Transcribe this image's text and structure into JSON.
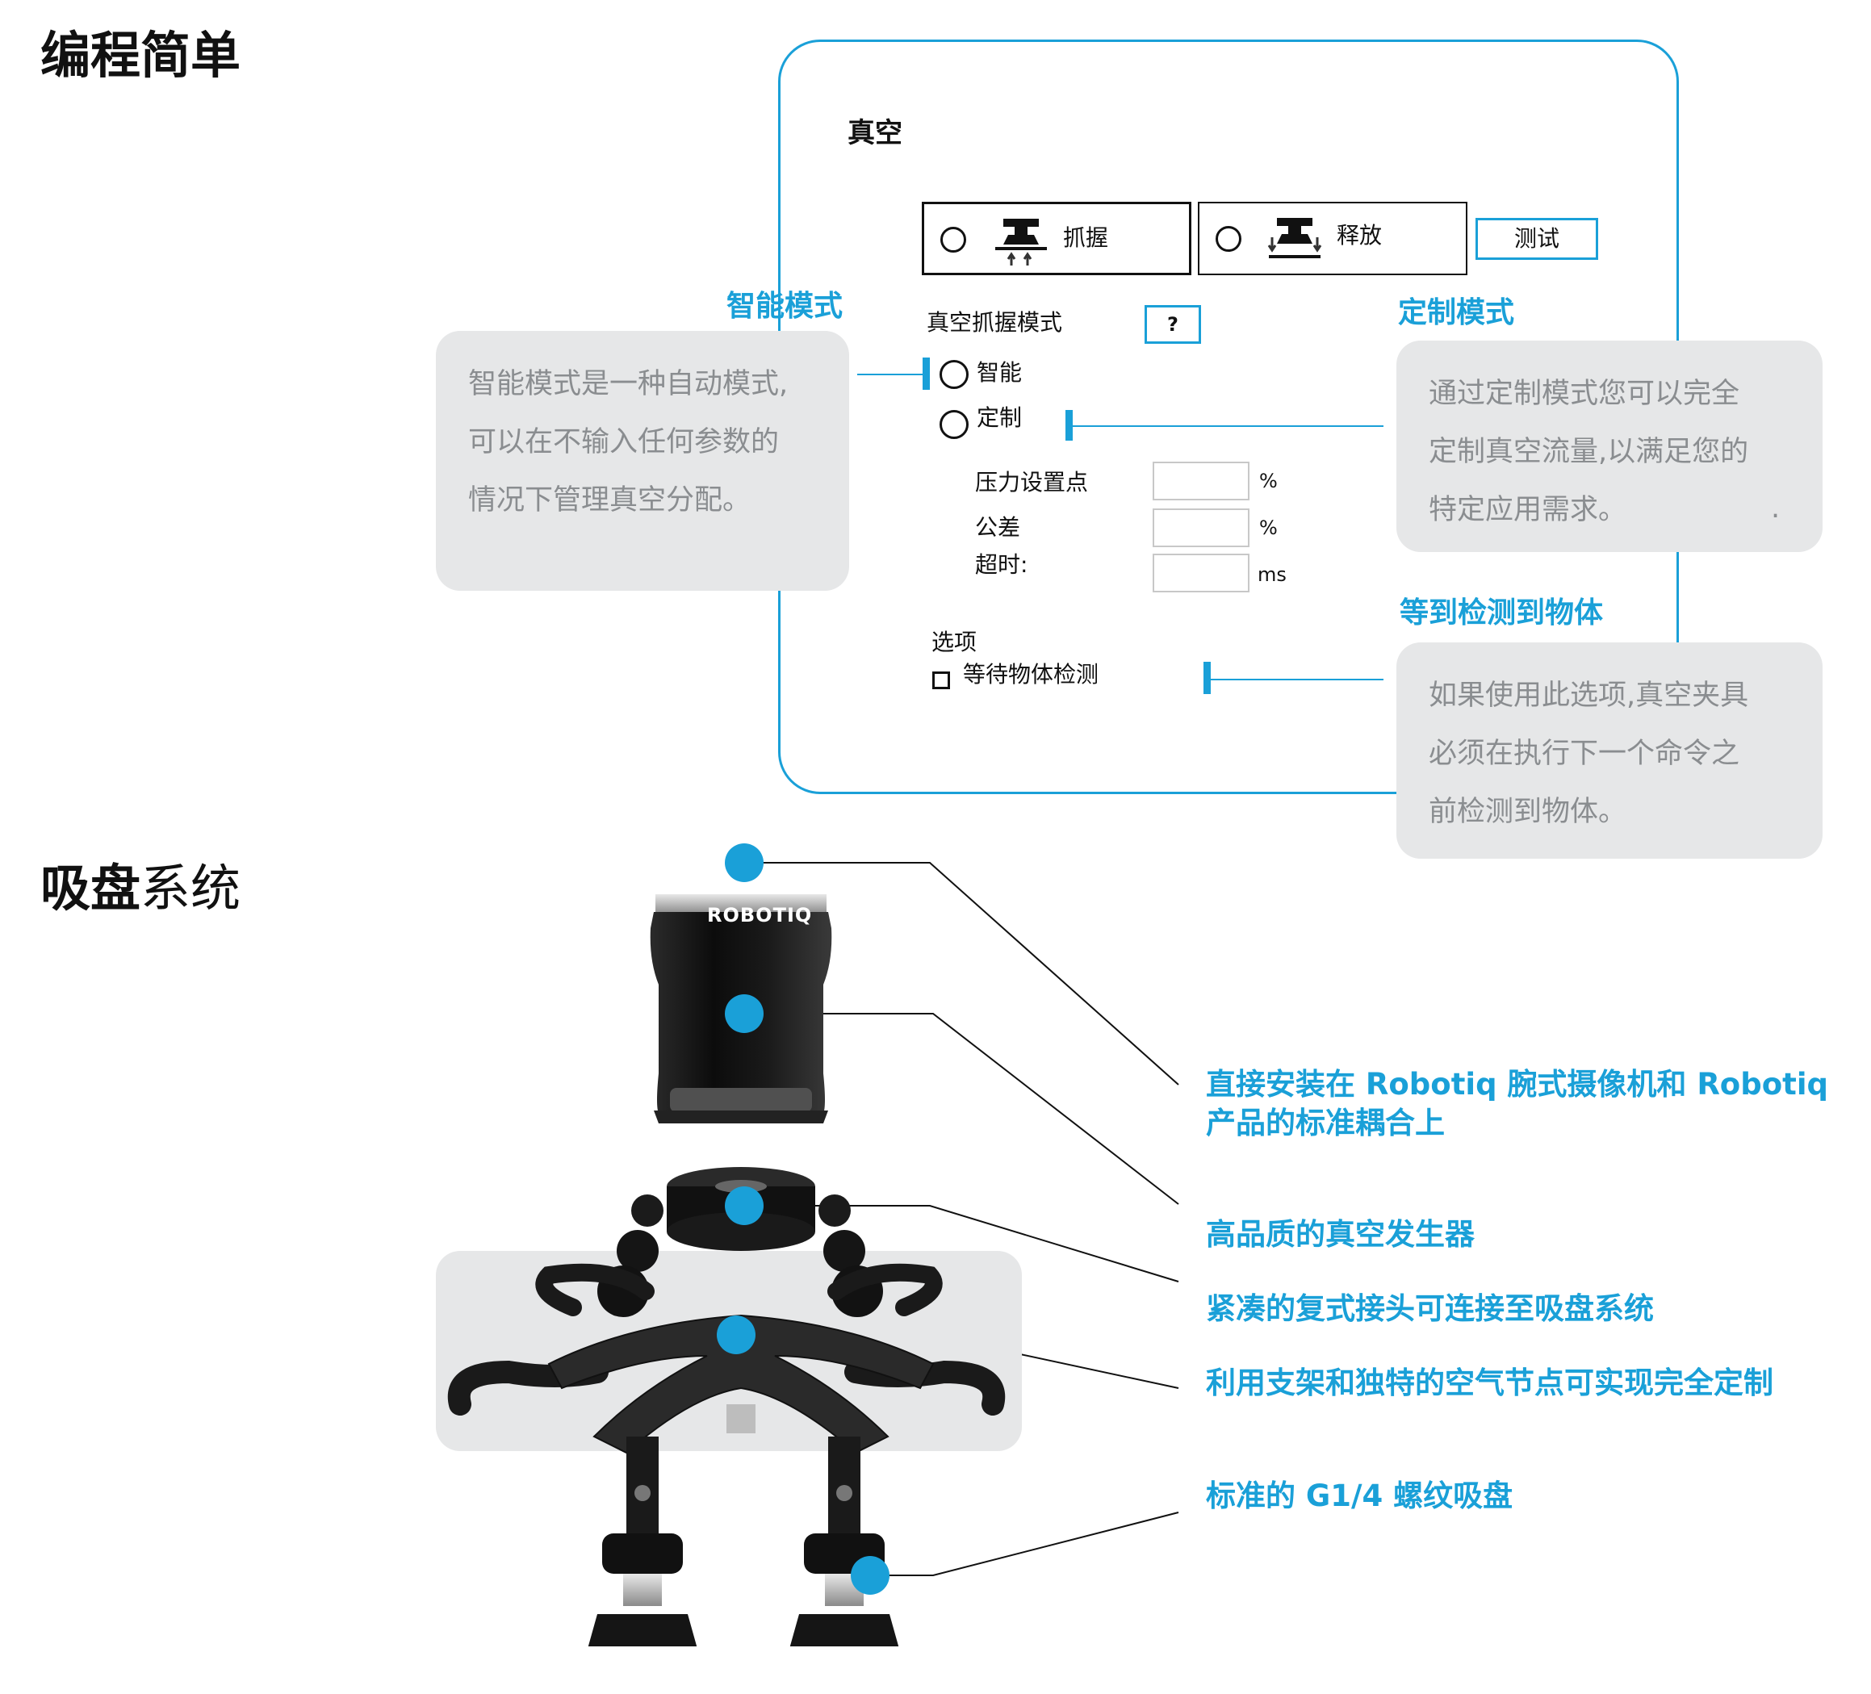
{
  "section1": {
    "title": "编程简单"
  },
  "panel": {
    "title": "真空",
    "grip_label": "抓握",
    "release_label": "释放",
    "test_label": "测试",
    "grip_mode_label": "真空抓握模式",
    "help_label": "?",
    "smart_label": "智能",
    "custom_label": "定制",
    "fields": [
      {
        "label": "压力设置点",
        "unit": "%"
      },
      {
        "label": "公差",
        "unit": "%"
      },
      {
        "label": "超时:",
        "unit": "ms"
      }
    ],
    "options_label": "选项",
    "wait_label": "等待物体检测"
  },
  "callouts": {
    "smart": {
      "title": "智能模式",
      "lines": [
        "智能模式是一种自动模式,",
        "可以在不输入任何参数的",
        "情况下管理真空分配。"
      ]
    },
    "custom": {
      "title": "定制模式",
      "lines": [
        "通过定制模式您可以完全",
        "定制真空流量,以满足您的",
        "特定应用需求。"
      ],
      "stray_mark": "."
    },
    "wait": {
      "title": "等到检测到物体",
      "lines": [
        "如果使用此选项,真空夹具",
        "必须在执行下一个命令之",
        "前检测到物体。"
      ]
    }
  },
  "section2": {
    "title_bold": "吸盘",
    "title_normal": "系统"
  },
  "product": {
    "logo": "ROBOTIQ"
  },
  "features": [
    {
      "lines": [
        "直接安装在 Robotiq 腕式摄像机和 Robotiq",
        "产品的标准耦合上"
      ]
    },
    {
      "lines": [
        "高品质的真空发生器"
      ]
    },
    {
      "lines": [
        "紧凑的复式接头可连接至吸盘系统"
      ]
    },
    {
      "lines": [
        "利用支架和独特的空气节点可实现完全定制"
      ]
    },
    {
      "lines": [
        "标准的 G1/4 螺纹吸盘"
      ]
    }
  ],
  "colors": {
    "accent": "#1aa0d8",
    "callout_bg": "#e6e7e8",
    "callout_text": "#8a8d90"
  }
}
